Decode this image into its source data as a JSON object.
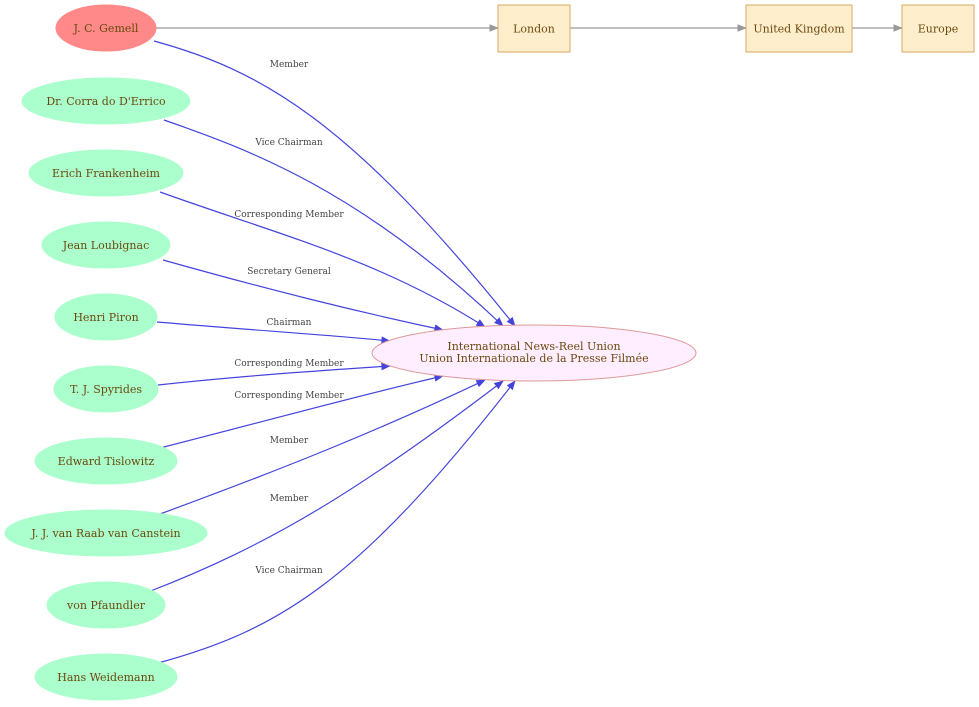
{
  "colors": {
    "member_node_fill": "#aaffcc",
    "highlight_node_fill": "#ff8888",
    "org_node_fill": "#ffeeff",
    "org_node_stroke": "#dd9999",
    "place_node_fill": "#ffeecc",
    "place_node_stroke": "#d9a860",
    "membership_edge": "#4444dd",
    "location_edge": "#999999",
    "label_text": "#6b4a0f"
  },
  "organization": {
    "line1": "International News-Reel Union",
    "line2": "Union Internationale de la Presse Filmée"
  },
  "places": [
    "London",
    "United Kingdom",
    "Europe"
  ],
  "people": [
    {
      "name": "J. C. Gemell",
      "role": "Member",
      "highlight": true
    },
    {
      "name": "Dr. Corra do D'Errico",
      "role": "Vice Chairman"
    },
    {
      "name": "Erich Frankenheim",
      "role": "Corresponding Member"
    },
    {
      "name": "Jean Loubignac",
      "role": "Secretary General"
    },
    {
      "name": "Henri Piron",
      "role": "Chairman"
    },
    {
      "name": "T. J. Spyrides",
      "role": "Corresponding Member"
    },
    {
      "name": "Edward Tislowitz",
      "role": "Corresponding Member"
    },
    {
      "name": "J. J. van Raab van Canstein",
      "role": "Member"
    },
    {
      "name": "von Pfaundler",
      "role": "Member"
    },
    {
      "name": "Hans Weidemann",
      "role": "Vice Chairman"
    }
  ]
}
